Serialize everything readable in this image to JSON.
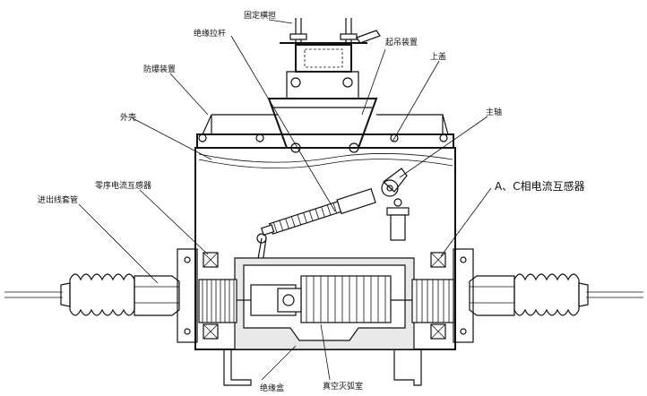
{
  "labels": {
    "fixed_crossbar": "固定横担",
    "insulating_rod": "绝缘拉杆",
    "lifting_device": "起吊装置",
    "top_cover": "上盖",
    "explosion_proof": "防爆装置",
    "main_shaft": "主轴",
    "housing": "外壳",
    "ac_phase_ct": "A、C相电流互感器",
    "zero_seq_ct": "零序电流互感器",
    "bushing": "进出线套管",
    "insulating_box": "绝缘盒",
    "vacuum_interrupter": "真空灭弧室"
  }
}
